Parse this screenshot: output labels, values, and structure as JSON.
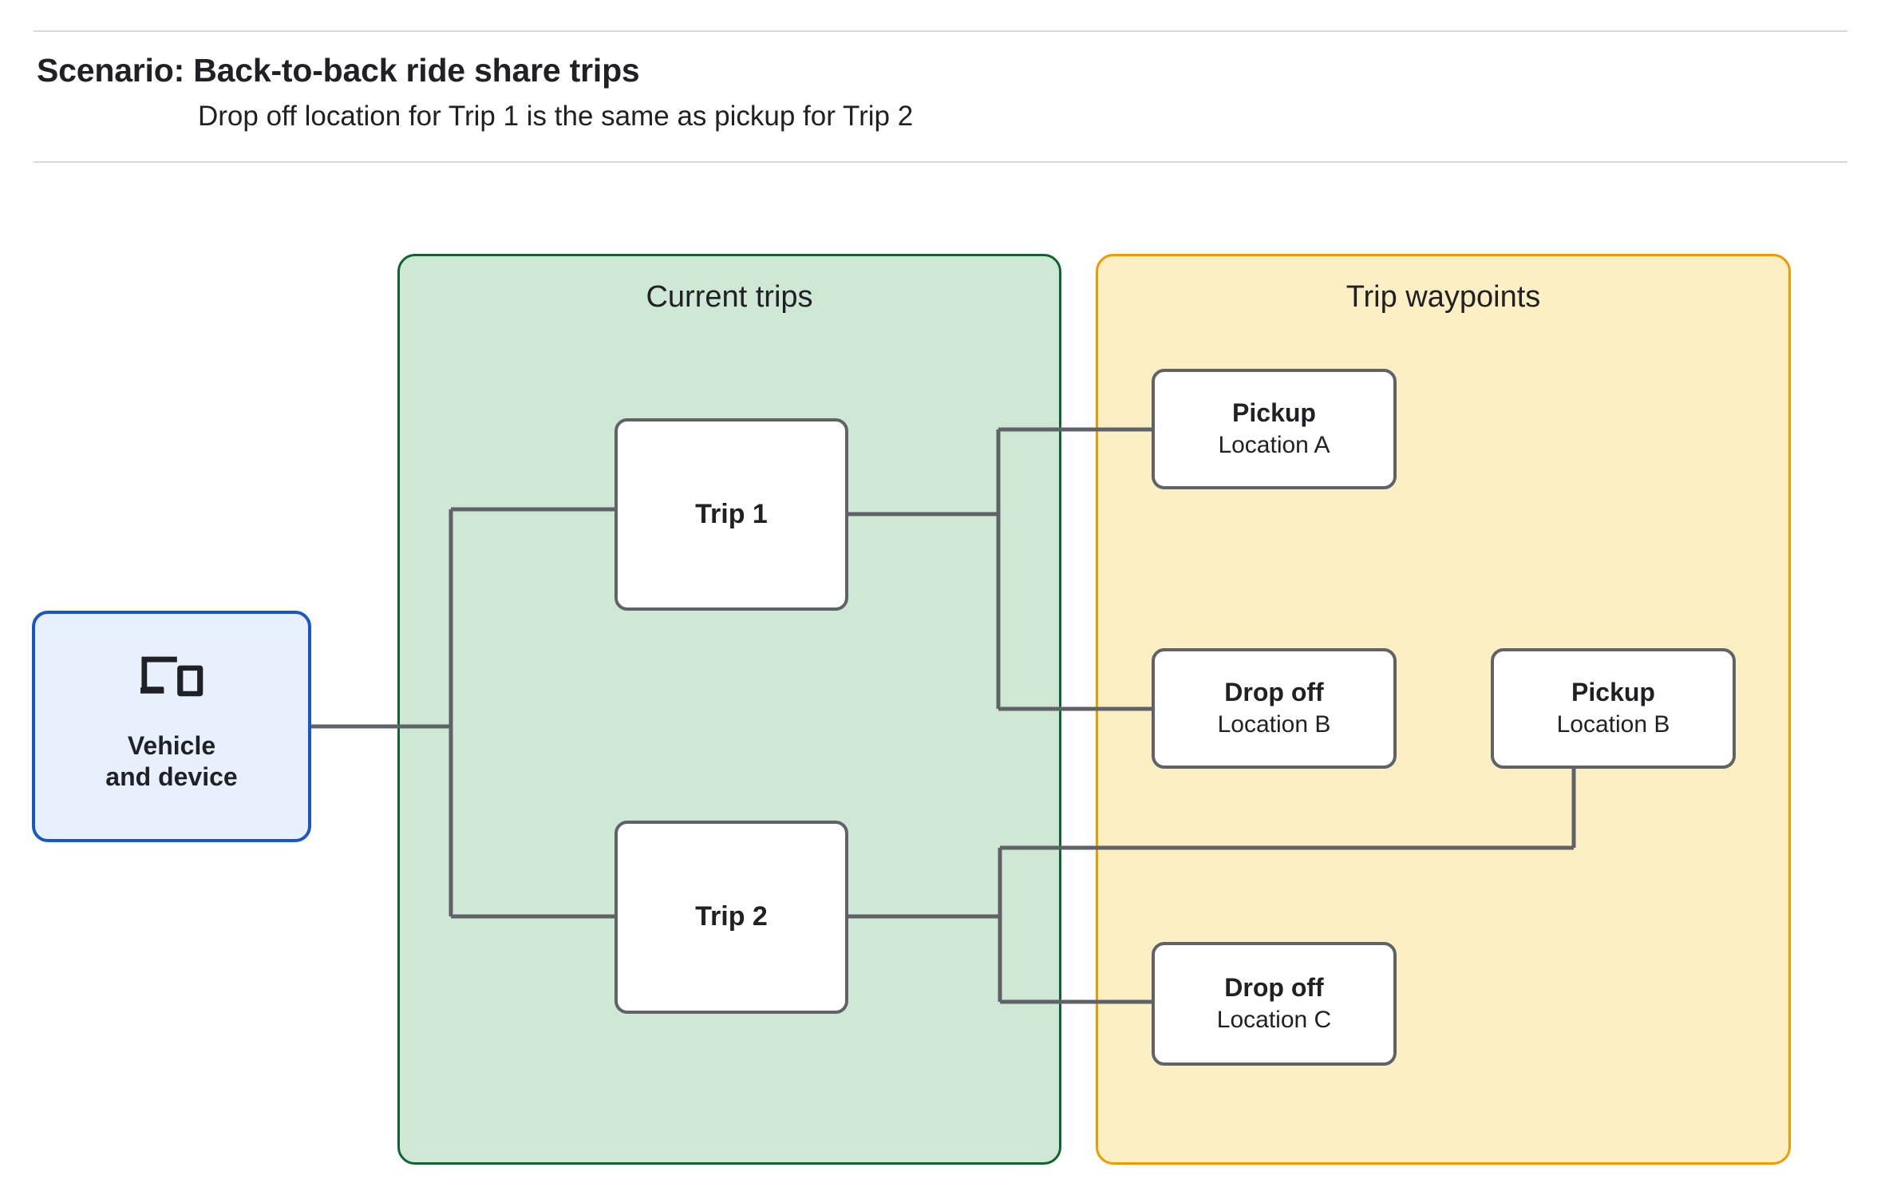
{
  "header": {
    "title": "Scenario: Back-to-back ride share trips",
    "subtitle": "Drop off  location for Trip 1 is the same as pickup for Trip 2"
  },
  "groups": {
    "current_trips": {
      "label": "Current trips",
      "fill": "#CEE8D5",
      "border": "#0D652D"
    },
    "trip_waypoints": {
      "label": "Trip waypoints",
      "fill": "#FCEFC4",
      "border": "#F29900"
    }
  },
  "nodes": {
    "vehicle": {
      "line1": "Vehicle",
      "line2": "and device",
      "icon": "devices-icon",
      "fill": "#E8F0FE",
      "border": "#1A56C4"
    },
    "trip1": {
      "title": "Trip 1"
    },
    "trip2": {
      "title": "Trip 2"
    },
    "pickup_a": {
      "title": "Pickup",
      "sub": "Location A"
    },
    "dropoff_b": {
      "title": "Drop off",
      "sub": "Location B"
    },
    "pickup_b": {
      "title": "Pickup",
      "sub": "Location B"
    },
    "dropoff_c": {
      "title": "Drop off",
      "sub": "Location C"
    }
  },
  "connector_color": "#5F6368"
}
